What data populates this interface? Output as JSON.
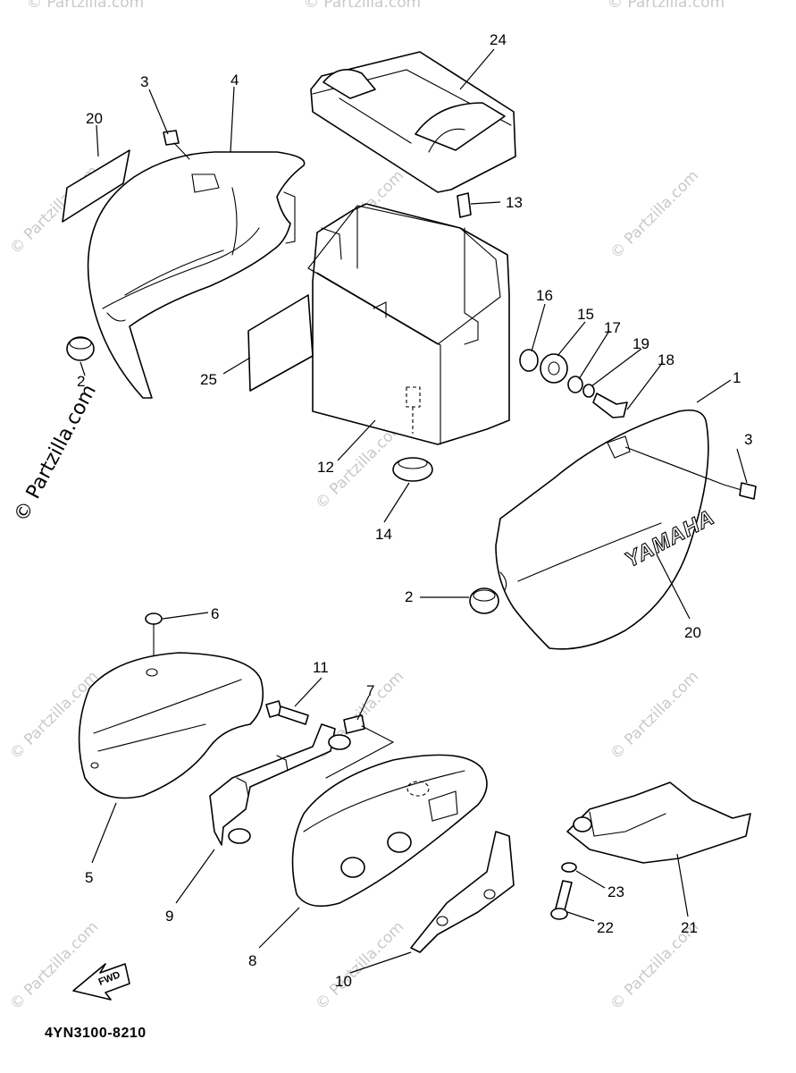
{
  "copyright": "© Partzilla.com",
  "watermark": "© Partzilla.com",
  "diagram_code": "4YN3100-8210",
  "brand_text": "YAMAHA",
  "fwd_label": "FWD",
  "callouts": {
    "c1": "1",
    "c2a": "2",
    "c2b": "2",
    "c3a": "3",
    "c3b": "3",
    "c4": "4",
    "c5": "5",
    "c6": "6",
    "c7": "7",
    "c8": "8",
    "c9": "9",
    "c10": "10",
    "c11": "11",
    "c12": "12",
    "c13": "13",
    "c14": "14",
    "c15": "15",
    "c16": "16",
    "c17": "17",
    "c18": "18",
    "c19": "19",
    "c20a": "20",
    "c20b": "20",
    "c21": "21",
    "c22": "22",
    "c23": "23",
    "c24": "24",
    "c25": "25"
  }
}
